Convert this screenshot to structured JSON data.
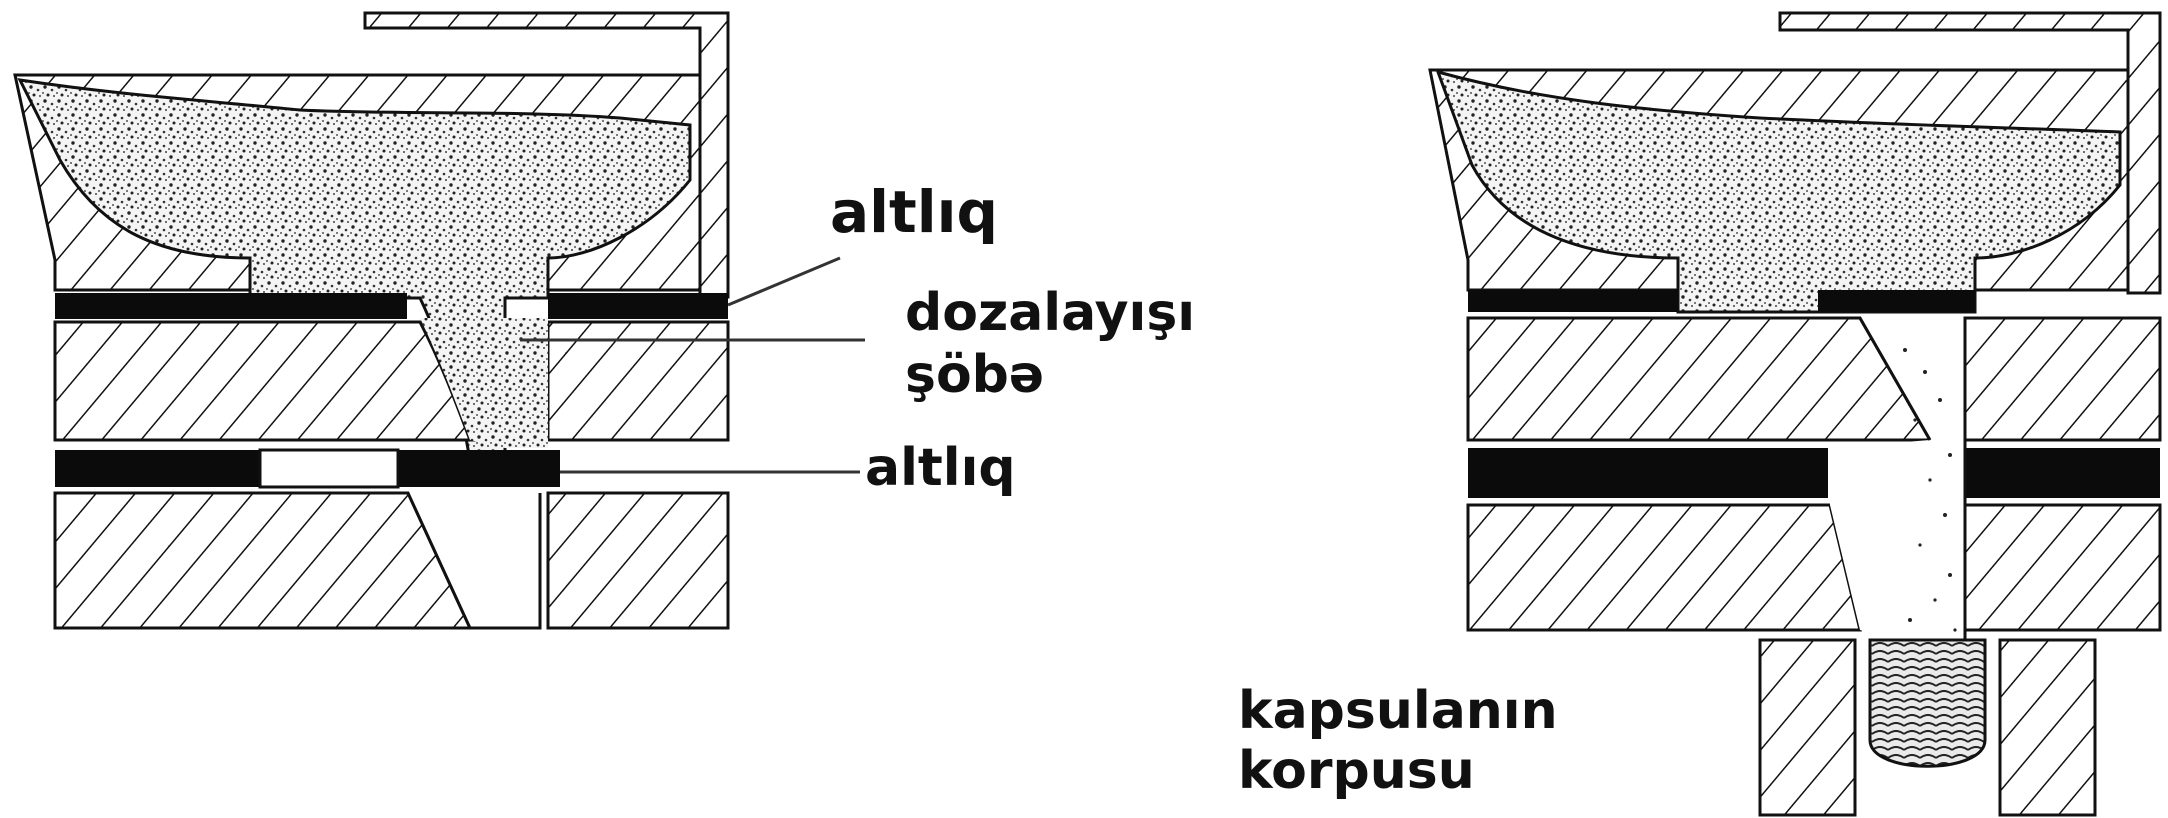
{
  "labels": {
    "altliq_top": "altlıq",
    "dozing_line1": "dozalayışı",
    "dozing_line2": "şöbə",
    "altliq_bottom": "altlıq",
    "capsule_line1": "kapsulanın",
    "capsule_line2": "korpusu"
  },
  "colors": {
    "ink": "#111111",
    "background": "#ffffff"
  }
}
